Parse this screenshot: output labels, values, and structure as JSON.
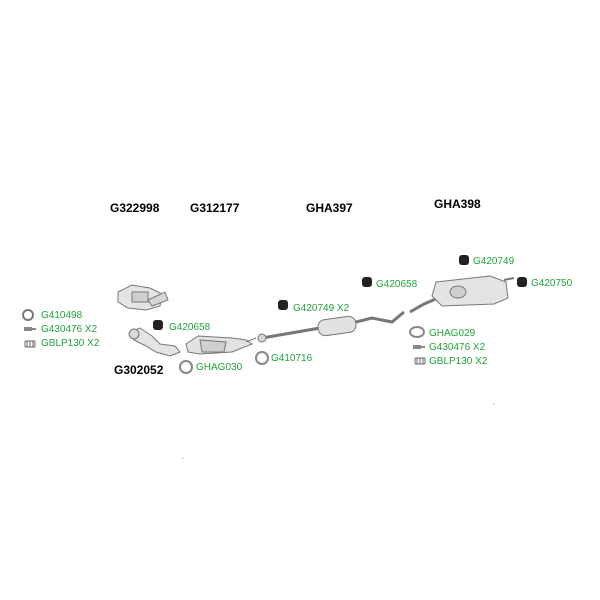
{
  "colors": {
    "part_label": "#1fa33a",
    "assembly_label": "#000000",
    "pipe": "#9a9a9a",
    "rubber": "#222222"
  },
  "assemblies": {
    "g322998": "G322998",
    "g312177": "G312177",
    "gha397": "GHA397",
    "gha398": "GHA398",
    "g302052": "G302052"
  },
  "parts": {
    "left_ring": "G410498",
    "left_bolt": "G430476 X2",
    "left_spring": "GBLP130 X2",
    "hanger_front": "G420658",
    "gasket_front": "GHAG030",
    "ring_mid": "G410716",
    "hanger_mid": "G420749 X2",
    "hanger_rear_left": "G420658",
    "hanger_rear_top": "G420749",
    "hanger_rear_right": "G420750",
    "gasket_rear": "GHAG029",
    "bolt_rear": "G430476 X2",
    "spring_rear": "GBLP130 X2"
  },
  "icons": [
    "ring-icon",
    "bolt-icon",
    "spring-icon",
    "rubber-hanger-icon",
    "gasket-icon",
    "manifold-icon",
    "catalytic-converter-icon",
    "pipe-icon",
    "muffler-icon"
  ]
}
